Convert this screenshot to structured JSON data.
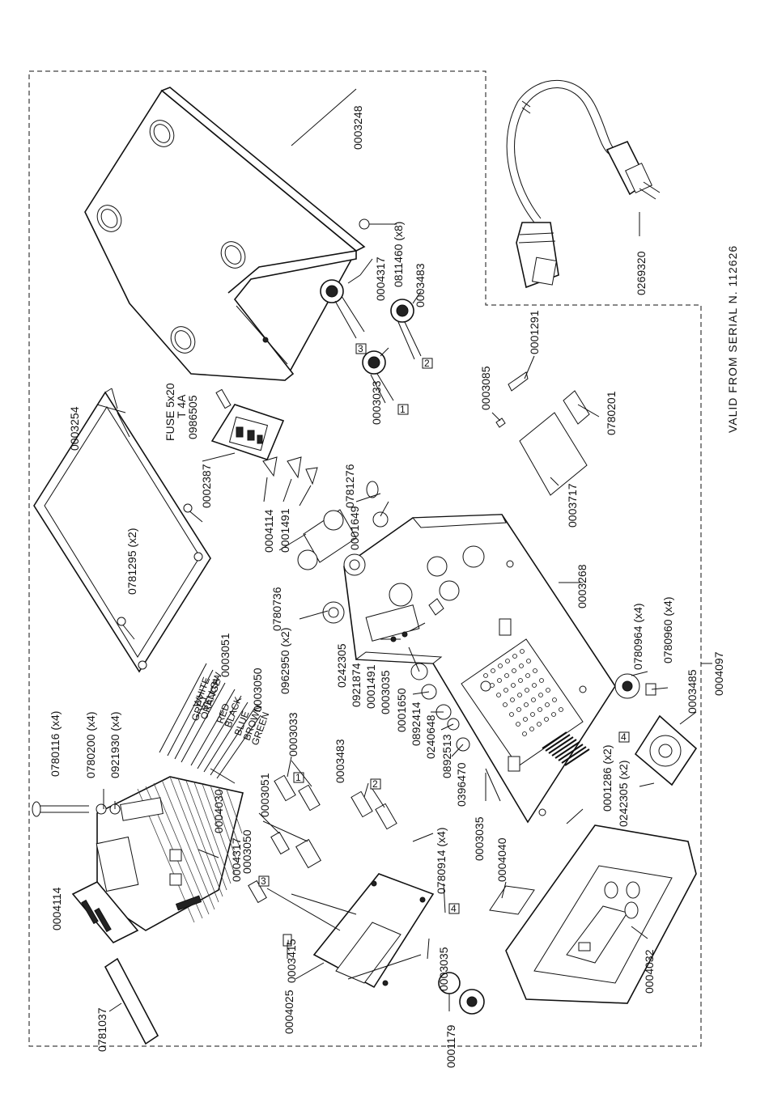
{
  "note": "VALID FROM SERIAL N. 112626",
  "labels": [
    {
      "id": "l0003248",
      "text": "0003248"
    },
    {
      "id": "l0811460",
      "text": "0811460 (x8)"
    },
    {
      "id": "l0004317a",
      "text": "0004317"
    },
    {
      "id": "l0003483a",
      "text": "0003483"
    },
    {
      "id": "l0003033a",
      "text": "0003033"
    },
    {
      "id": "l0269320",
      "text": "0269320"
    },
    {
      "id": "l0003254",
      "text": "0003254"
    },
    {
      "id": "lfuse1",
      "text": "FUSE 5x20"
    },
    {
      "id": "lfuse2",
      "text": "T 4A"
    },
    {
      "id": "lfuse3",
      "text": "0986505"
    },
    {
      "id": "l0002387",
      "text": "0002387"
    },
    {
      "id": "l0004114a",
      "text": "0004114"
    },
    {
      "id": "l0001491a",
      "text": "0001491"
    },
    {
      "id": "l0781276",
      "text": "0781276"
    },
    {
      "id": "l0001649",
      "text": "0001649"
    },
    {
      "id": "l0781295",
      "text": "0781295 (x2)"
    },
    {
      "id": "l0003051a",
      "text": "0003051"
    },
    {
      "id": "l0003050a",
      "text": "0003050"
    },
    {
      "id": "l0780736",
      "text": "0780736"
    },
    {
      "id": "l0962950",
      "text": "0962950 (x2)"
    },
    {
      "id": "l0003268",
      "text": "0003268"
    },
    {
      "id": "l0003085",
      "text": "0003085"
    },
    {
      "id": "l0001291",
      "text": "0001291"
    },
    {
      "id": "l0780201",
      "text": "0780201"
    },
    {
      "id": "l0003717",
      "text": "0003717"
    },
    {
      "id": "l0780964",
      "text": "0780964 (x4)"
    },
    {
      "id": "l0780960",
      "text": "0780960 (x4)"
    },
    {
      "id": "l0003485",
      "text": "0003485"
    },
    {
      "id": "l0004097",
      "text": "0004097"
    },
    {
      "id": "l0242305a",
      "text": "0242305"
    },
    {
      "id": "l0921874",
      "text": "0921874"
    },
    {
      "id": "l0001491b",
      "text": "0001491"
    },
    {
      "id": "l0003035a",
      "text": "0003035"
    },
    {
      "id": "l0001650",
      "text": "0001650"
    },
    {
      "id": "l0892414",
      "text": "0892414"
    },
    {
      "id": "l0240648",
      "text": "0240648"
    },
    {
      "id": "l0892513",
      "text": "0892513"
    },
    {
      "id": "l0396470",
      "text": "0396470"
    },
    {
      "id": "l0003035b",
      "text": "0003035"
    },
    {
      "id": "l0001286",
      "text": "0001286 (x2)"
    },
    {
      "id": "l0242305b",
      "text": "0242305 (x2)"
    },
    {
      "id": "l0780116",
      "text": "0780116 (x4)"
    },
    {
      "id": "l0780200",
      "text": "0780200 (x4)"
    },
    {
      "id": "l0921930",
      "text": "0921930 (x4)"
    },
    {
      "id": "l0004114b",
      "text": "0004114"
    },
    {
      "id": "l0004030",
      "text": "0004030"
    },
    {
      "id": "l0004317b",
      "text": "0004317"
    },
    {
      "id": "l0003033b",
      "text": "0003033"
    },
    {
      "id": "l0003483b",
      "text": "0003483"
    },
    {
      "id": "l0003050b",
      "text": "0003050"
    },
    {
      "id": "l0003051b",
      "text": "0003051"
    },
    {
      "id": "l0780914",
      "text": "0780914 (x4)"
    },
    {
      "id": "l0004040",
      "text": "0004040"
    },
    {
      "id": "l0004032",
      "text": "0004032"
    },
    {
      "id": "l0781037",
      "text": "0781037"
    },
    {
      "id": "l0003415",
      "text": "0003415"
    },
    {
      "id": "l0004025",
      "text": "0004025"
    },
    {
      "id": "l0003035c",
      "text": "0003035"
    },
    {
      "id": "l0001179",
      "text": "0001179"
    }
  ],
  "wires": [
    "WHITE",
    "YELLOW",
    "GREY",
    "ORANGE",
    "RED",
    "BLACK",
    "BLUE",
    "BROWN",
    "GREEN"
  ],
  "callouts": [
    "1",
    "2",
    "3",
    "4"
  ]
}
